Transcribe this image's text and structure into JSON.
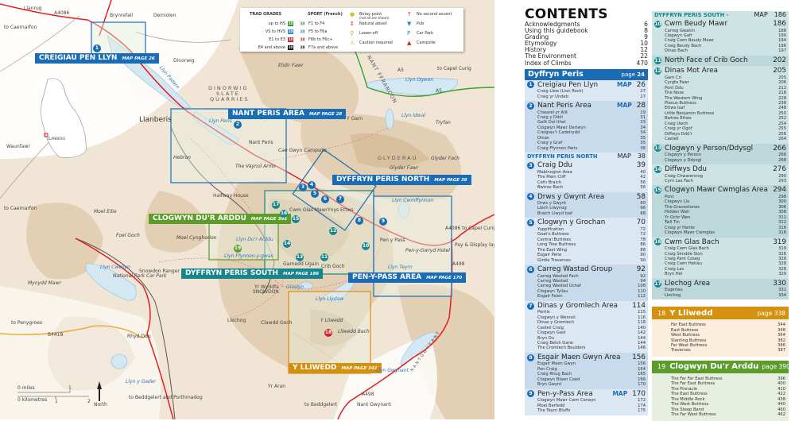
{
  "legend": {
    "trad_title": "TRAD GRADES",
    "trad": [
      "up to HS",
      "VS to HVS",
      "E1 to E3",
      "E4 and above"
    ],
    "sport_title": "SPORT (French)",
    "sport": [
      "F1 to F4",
      "F5 to F6a",
      "F6b to F6c+",
      "F7a and above"
    ],
    "grade_colors": [
      "#3a9a2a",
      "#2a8ad0",
      "#d4202a",
      "#111111"
    ],
    "grade_sample": "10",
    "symbols": [
      {
        "icon": "belay-point-icon",
        "label": "Belay point",
        "note": "(not all are shown)"
      },
      {
        "icon": "natural-abseil-icon",
        "label": "Natural abseil"
      },
      {
        "icon": "lower-off-icon",
        "label": "Lower-off"
      },
      {
        "icon": "caution-icon",
        "label": "Caution required"
      },
      {
        "icon": "no-second-ascent-icon",
        "label": "No second ascent"
      },
      {
        "icon": "pub-icon",
        "label": "Pub"
      },
      {
        "icon": "car-park-icon",
        "label": "Car Park"
      },
      {
        "icon": "campsite-icon",
        "label": "Campsite"
      }
    ]
  },
  "map": {
    "areas": [
      {
        "name": "CREIGIAU PEN LLYN",
        "map_page": "MAP PAGE 26",
        "color": "#1a6db5"
      },
      {
        "name": "NANT PERIS AREA",
        "map_page": "MAP PAGE 28",
        "color": "#1a6db5"
      },
      {
        "name": "DYFFRYN PERIS NORTH",
        "map_page": "MAP PAGE 38",
        "color": "#1a6db5"
      },
      {
        "name": "CLOGWYN DU'R ARDDU",
        "map_page": "MAP PAGE 395",
        "color": "#5b9c2a"
      },
      {
        "name": "DYFFRYN PERIS SOUTH",
        "map_page": "MAP PAGE 186",
        "color": "#16868c"
      },
      {
        "name": "PEN-Y-PASS AREA",
        "map_page": "MAP PAGE 170",
        "color": "#1a6db5"
      },
      {
        "name": "Y LLIWEDD",
        "map_page": "MAP PAGE 342",
        "color": "#d4900f"
      }
    ],
    "crag_numbers": [
      "1",
      "2",
      "3",
      "4",
      "5",
      "6",
      "7",
      "8",
      "9",
      "10",
      "11",
      "12",
      "13",
      "14",
      "15",
      "16",
      "17",
      "18",
      "19"
    ],
    "labels": [
      "Llanrug",
      "A4086",
      "to Caernarfon",
      "Brynrefail",
      "Deiniolen",
      "Dinorwig",
      "DINORWIG",
      "SLATE",
      "QUARRIES",
      "Llyn Padarn",
      "Llanberis",
      "Llyn Peris",
      "Nant Peris",
      "Cae Gwyn Campsite",
      "The Vaynol Arms",
      "Hebron",
      "Y Garn",
      "Llyn Idwal",
      "Tryfan",
      "Llyn Ogwen",
      "to Capel Curig",
      "A5",
      "A5",
      "GLYDERAU",
      "Glyder Fach",
      "Glyder Fawr",
      "Elidir Fawr",
      "Waunfawr",
      "to Caernarfon",
      "Moel Eilio",
      "Halfway House",
      "Foel Goch",
      "Moel Cynghorion",
      "Llyn Du'r Arddu",
      "Llyn Ffynnon-y-gwas",
      "Snowdon Ranger",
      "Llyn Cwellyn",
      "National Park Car Park",
      "Mynydd Mawr",
      "to Penygroes",
      "B4418",
      "Rhyd-Ddu",
      "Llyn y Gader",
      "to Beddgelert and Porthmadog",
      "Yr Wyddfa",
      "SNOWDON",
      "Garnedd Ugain",
      "Crib Goch",
      "Glaslyn",
      "Llechog",
      "Clawdd Goch",
      "Llyn Llydaw",
      "Y Lliwedd",
      "Lliwedd Bach",
      "Llyn Teyrn",
      "Pen y Pass",
      "Llyn Cwmffynnon",
      "A4086 to Capel Curig",
      "Pay & Display lay-bys",
      "Pen-y-Gwryd Hotel",
      "NANTGWYNANT",
      "Llyn Gwynant",
      "A498",
      "A498",
      "to Beddgelert",
      "Nant Gwynant",
      "Yr Aran",
      "Cwm Glas Mawr",
      "Ynys Ettws",
      "LLANBERIS",
      "NANT FFRANCON"
    ],
    "scale": {
      "miles": "0 miles",
      "miles_1": "1",
      "km": "0 kilometres",
      "km_1": "1",
      "km_2": "2"
    },
    "north": "North",
    "colors": {
      "a_road": "#e0201f",
      "a5": "#3aa235",
      "b_road": "#eba020",
      "water": "#d4e8f4",
      "terrain": "#e2ceb2"
    }
  },
  "contents": {
    "title": "CONTENTS",
    "front": [
      [
        "Acknowledgments",
        "6"
      ],
      [
        "Using this guidebook",
        "8"
      ],
      [
        "Grading",
        "9"
      ],
      [
        "Etymology",
        "10"
      ],
      [
        "History",
        "12"
      ],
      [
        "The Environment",
        "22"
      ],
      [
        "Index of Climbs",
        "470"
      ]
    ],
    "dyffryn": {
      "title": "Dyffryn Peris",
      "page_word": "page",
      "page": "24",
      "color": "#1a6db5"
    },
    "col1": [
      {
        "n": "1",
        "t": "Creigiau Pen Llyn",
        "map": "MAP",
        "p": "26",
        "subs": [
          [
            "Craig Llew (Lion Rock)",
            "27"
          ],
          [
            "Craig yr Undeb",
            "27"
          ]
        ]
      },
      {
        "n": "2",
        "t": "Nant Peris Area",
        "map": "MAP",
        "p": "28",
        "subs": [
          [
            "Chwarel yr Allt",
            "29"
          ],
          [
            "Craig y Ddôl",
            "31"
          ],
          [
            "Gallt Dol Ithel",
            "33"
          ],
          [
            "Clogwyn Mawr Derlwyn",
            "34"
          ],
          [
            "Creigiau'r Cadeirydd",
            "34"
          ],
          [
            "Dinas",
            "35"
          ],
          [
            "Craig y Graf",
            "35"
          ],
          [
            "Craig Ffynnon Peris",
            "36"
          ]
        ]
      },
      {
        "head": "DYFFRYN PERIS NORTH",
        "map": "MAP",
        "p": "38"
      },
      {
        "n": "3",
        "t": "Craig Ddu",
        "p": "39",
        "subs": [
          [
            "Mabinogion Area",
            "40"
          ],
          [
            "The Main Cliff",
            "42"
          ],
          [
            "Cefn Braich",
            "56"
          ],
          [
            "Bwtres Bach",
            "56"
          ]
        ]
      },
      {
        "n": "4",
        "t": "Drws y Gwynt Area",
        "p": "58",
        "subs": [
          [
            "Drws y Gwynt",
            "60"
          ],
          [
            "Llech Llwynog",
            "66"
          ],
          [
            "Braich Llwyd Isaf",
            "68"
          ]
        ]
      },
      {
        "n": "5",
        "t": "Clogwyn y Grochan",
        "p": "70",
        "subs": [
          [
            "Yuppification",
            "72"
          ],
          [
            "Goat's Buttress",
            "72"
          ],
          [
            "Central Buttress",
            "78"
          ],
          [
            "Long Tree Buttress",
            "86"
          ],
          [
            "The East Wing",
            "88"
          ],
          [
            "Esgair Perw",
            "90"
          ],
          [
            "Girdle Traverses",
            "90"
          ]
        ]
      },
      {
        "n": "6",
        "t": "Carreg Wastad Group",
        "p": "92",
        "subs": [
          [
            "Carreg Wastad Fach",
            "92"
          ],
          [
            "Carreg Wastad",
            "94"
          ],
          [
            "Carreg Wastad Uchaf",
            "108"
          ],
          [
            "Clogwyn Tyllau",
            "110"
          ],
          [
            "Esgair Felen",
            "112"
          ]
        ]
      },
      {
        "n": "7",
        "t": "Dinas y Gromlech Area",
        "p": "114",
        "subs": [
          [
            "Pentis",
            "115"
          ],
          [
            "Clogwyn y Wennol",
            "116"
          ],
          [
            "Dinas y Gromlech",
            "118"
          ],
          [
            "Castell Craig",
            "140"
          ],
          [
            "Clogwyn Gaol",
            "142"
          ],
          [
            "Bryn Du",
            "144"
          ],
          [
            "Craig Belch Garw",
            "144"
          ],
          [
            "The Cromlech Boulders",
            "146"
          ]
        ]
      },
      {
        "n": "8",
        "t": "Esgair Maen Gwyn Area",
        "p": "156",
        "subs": [
          [
            "Esgair Maen Gwyn",
            "156"
          ],
          [
            "Pen Craig",
            "164"
          ],
          [
            "Craig Rhug Bach",
            "165"
          ],
          [
            "Clogwyn Blaen Coed",
            "166"
          ],
          [
            "Bryn Gwynt",
            "170"
          ]
        ]
      },
      {
        "n": "9",
        "t": "Pen-y-Pass Area",
        "map": "MAP",
        "p": "170",
        "subs": [
          [
            "Clogwyn Mawr Cwm Cerwyn",
            "172"
          ],
          [
            "Moel Berfedd",
            "174"
          ],
          [
            "The Teyrn Bluffs",
            "175"
          ]
        ]
      }
    ],
    "col2": [
      {
        "head": "DYFFRYN PERIS SOUTH -",
        "map": "MAP",
        "p": "186"
      },
      {
        "n": "10",
        "t": "Cwm Beudy Mawr",
        "p": "186",
        "subs": [
          [
            "Carreg Gwalch",
            "188"
          ],
          [
            "Clogwyn Gafr",
            "190"
          ],
          [
            "Craig Cwm Beudy Mawr",
            "194"
          ],
          [
            "Craig Beudy Bach",
            "196"
          ],
          [
            "Dinas Bach",
            "197"
          ]
        ]
      },
      {
        "n": "11",
        "t": "North Face of Crib Goch",
        "p": "202",
        "subs": []
      },
      {
        "n": "12",
        "t": "Dinas Mot Area",
        "p": "205",
        "subs": [
          [
            "Garn Cri",
            "205"
          ],
          [
            "Cyrgfa Fawr",
            "206"
          ],
          [
            "Pont Ddu",
            "212"
          ],
          [
            "The Nose",
            "218"
          ],
          [
            "The Western Wing",
            "228"
          ],
          [
            "Plexus Buttress",
            "238"
          ],
          [
            "Ettws Isaf",
            "248"
          ],
          [
            "Little Benjamin Buttress",
            "250"
          ],
          [
            "Bwtres Ettws",
            "252"
          ],
          [
            "Craig Uwch",
            "254"
          ],
          [
            "Craig yr Ogof",
            "255"
          ],
          [
            "Diffwys Ddû'r",
            "256"
          ],
          [
            "Castell",
            "264"
          ]
        ]
      },
      {
        "n": "13",
        "t": "Clogwyn y Person/Ddysgl",
        "p": "266",
        "subs": [
          [
            "Clogwyn y Person",
            "266"
          ],
          [
            "Clogwyn y Ddysgl",
            "268"
          ]
        ]
      },
      {
        "n": "14",
        "t": "Diffwys Ddu",
        "p": "276",
        "subs": [
          [
            "Craig Chwarennog",
            "290"
          ],
          [
            "Cyrn Las Fach",
            "293"
          ]
        ]
      },
      {
        "n": "15",
        "t": "Clogwyn Mawr Cwmglas Area",
        "p": "294",
        "subs": [
          [
            "Ponc",
            "298"
          ],
          [
            "Clogwyn Llo",
            "300"
          ],
          [
            "The Gravestones",
            "306"
          ],
          [
            "Hidden Wall",
            "308"
          ],
          [
            "Yr Ochr Wen",
            "311"
          ],
          [
            "Twll Tin",
            "312"
          ],
          [
            "Craig yr Hente",
            "316"
          ],
          [
            "Clogwyn Mawr Cwmglas",
            "316"
          ]
        ]
      },
      {
        "n": "16",
        "t": "Cwm Glas Bach",
        "p": "319",
        "subs": [
          [
            "Craig Cwm Glas Bach",
            "319"
          ],
          [
            "Craig Simdde Sion",
            "326"
          ],
          [
            "Craig Pant Coseg",
            "328"
          ],
          [
            "Craig Cwm Hetiau",
            "328"
          ],
          [
            "Craig Las",
            "328"
          ],
          [
            "Bryn Hel",
            "329"
          ]
        ]
      },
      {
        "n": "17",
        "t": "Llechog Area",
        "p": "330",
        "subs": [
          [
            "Esgeriau",
            "331"
          ],
          [
            "Llechog",
            "334"
          ]
        ]
      }
    ],
    "south_color": "#16868c",
    "south_bg": [
      "#cde3e4",
      "#bcd8da"
    ],
    "north_bg": [
      "#dbe7f2",
      "#c8dbec"
    ],
    "lliwedd": {
      "n": "18",
      "t": "Y Lliwedd",
      "page_word": "page",
      "p": "338",
      "color": "#d4900f",
      "subs": [
        [
          "Far East Buttress",
          "344"
        ],
        [
          "East Buttress",
          "348"
        ],
        [
          "West Buttress",
          "364"
        ],
        [
          "Slanting Buttress",
          "382"
        ],
        [
          "Far West Buttress",
          "386"
        ],
        [
          "Traverses",
          "387"
        ]
      ]
    },
    "cloggy": {
      "n": "19",
      "t": "Clogwyn Du'r Arddu",
      "page_word": "page",
      "p": "390",
      "color": "#5b9c2a",
      "subs": [
        [
          "The Far Far East Buttress",
          "396"
        ],
        [
          "The Far East Buttress",
          "400"
        ],
        [
          "The Pinnacle",
          "410"
        ],
        [
          "The East Buttress",
          "422"
        ],
        [
          "The Middle Rock",
          "438"
        ],
        [
          "The West Buttress",
          "440"
        ],
        [
          "The Steep Band",
          "460"
        ],
        [
          "The Far West Buttress",
          "462"
        ]
      ]
    }
  }
}
